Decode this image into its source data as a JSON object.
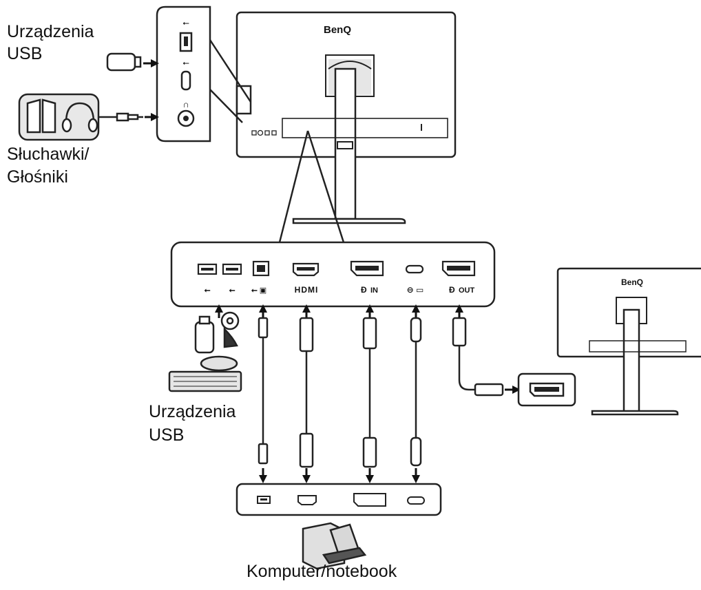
{
  "labels": {
    "usb_devices_top_line1": "Urządzenia",
    "usb_devices_top_line2": "USB",
    "headphones_line1": "Słuchawki/",
    "headphones_line2": "Głośniki",
    "usb_devices_bottom_line1": "Urządzenia",
    "usb_devices_bottom_line2": "USB",
    "computer": "Komputer/notebook"
  },
  "monitor": {
    "brand": "BenQ"
  },
  "ports": {
    "hdmi": "HDMI",
    "dp_in": "IN",
    "dp_out": "OUT"
  },
  "colors": {
    "line": "#222222",
    "fill": "#ffffff",
    "light_fill": "#e6e6e6"
  }
}
